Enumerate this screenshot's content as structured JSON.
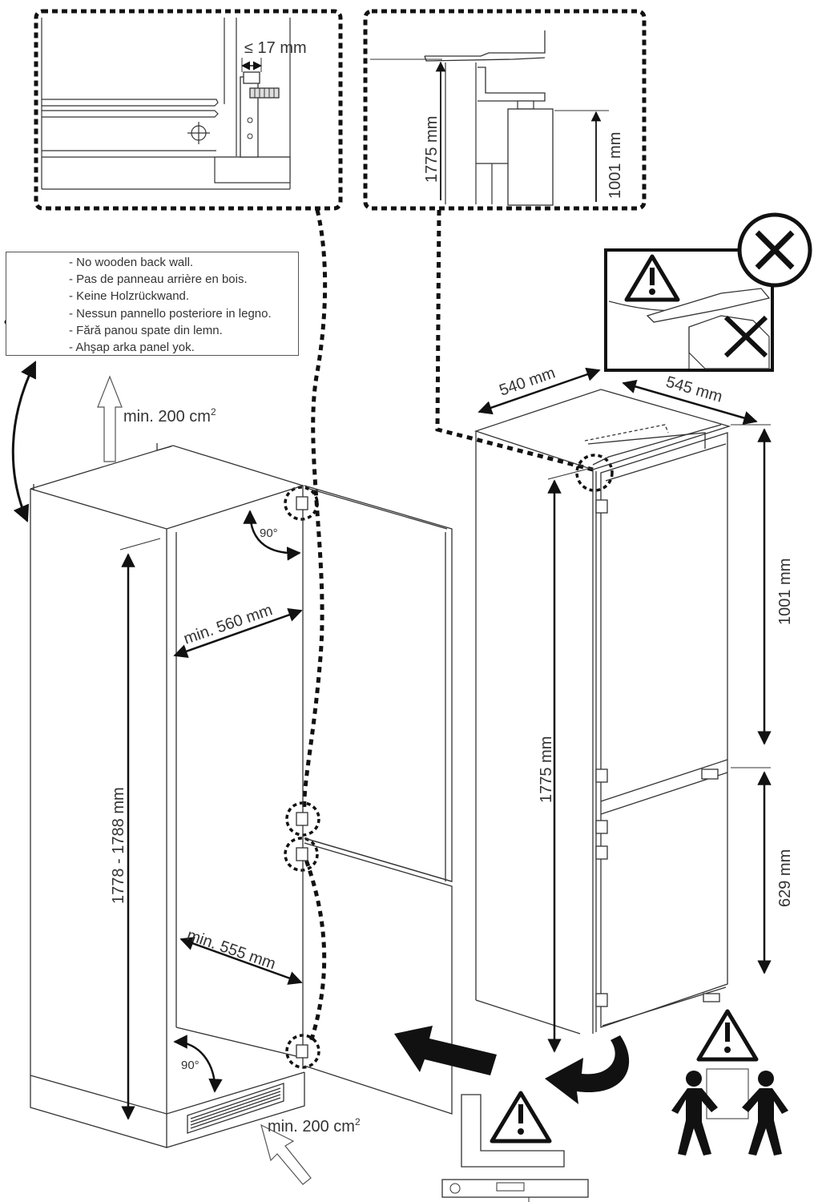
{
  "warning_box": {
    "lines": [
      "- No wooden back wall.",
      "- Pas de panneau arrière en bois.",
      "- Keine Holzrückwand.",
      "- Nessun pannello posteriore in legno.",
      "- Fără panou spate din lemn.",
      "- Ahşap arka panel yok."
    ]
  },
  "detail_left": {
    "gap_label": "≤ 17 mm"
  },
  "detail_right": {
    "height_total": "1775 mm",
    "height_upper": "1001 mm"
  },
  "cabinet": {
    "vent_top": "min. 200 cm",
    "vent_bottom": "min. 200 cm",
    "vent_sup": "2",
    "angle_top": "90°",
    "angle_bottom": "90°",
    "width_top": "min. 560 mm",
    "width_bottom": "min. 555 mm",
    "height": "1778 - 1788 mm"
  },
  "appliance": {
    "depth": "540 mm",
    "width": "545 mm",
    "height_total": "1775 mm",
    "height_upper": "1001 mm",
    "height_lower": "629 mm"
  },
  "icons": [
    "warning-icon",
    "prohibited-icon",
    "two-person-lift-icon",
    "spirit-level-icon",
    "set-square-icon",
    "push-arrow-icon",
    "rotate-arrow-icon"
  ]
}
